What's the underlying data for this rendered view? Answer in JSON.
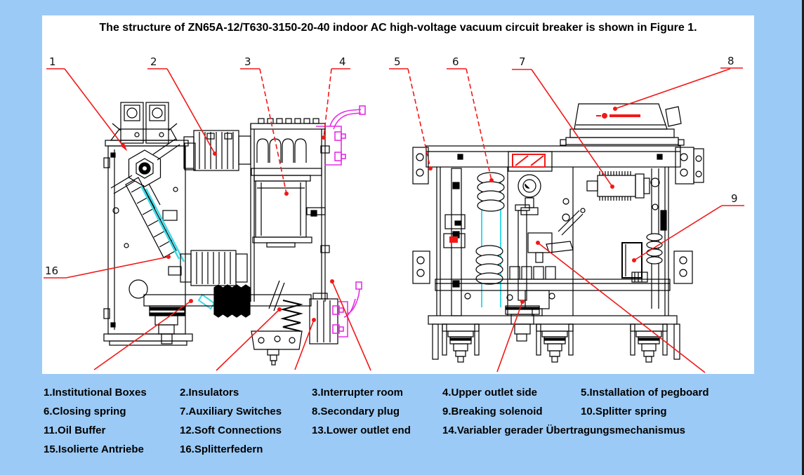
{
  "title": "The structure of ZN65A-12/T630-3150-20-40 indoor AC high-voltage vacuum circuit breaker is shown in Figure 1.",
  "colors": {
    "background": "#9bcaf6",
    "panel": "#ffffff",
    "drawing_line": "#000000",
    "leader_red": "#f21818",
    "outlet_magenta": "#e62ee6",
    "highlight_cyan": "#3cd9e8",
    "right_edge": "#1e1e1e"
  },
  "figure": {
    "callouts": [
      {
        "num": "1"
      },
      {
        "num": "2"
      },
      {
        "num": "3"
      },
      {
        "num": "4"
      },
      {
        "num": "5"
      },
      {
        "num": "6"
      },
      {
        "num": "7"
      },
      {
        "num": "8"
      },
      {
        "num": "9"
      },
      {
        "num": "16"
      }
    ]
  },
  "legend": {
    "rows": [
      [
        "1.Institutional Boxes",
        "2.Insulators",
        "3.Interrupter room",
        "4.Upper outlet side",
        "5.Installation of pegboard"
      ],
      [
        "6.Closing spring",
        "7.Auxiliary Switches",
        "8.Secondary plug",
        "9.Breaking solenoid",
        "10.Splitter spring"
      ],
      [
        "11.Oil Buffer",
        "12.Soft Connections",
        "13.Lower outlet end",
        "14.Variabler gerader Übertragungsmechanismus"
      ],
      [
        "15.Isolierte Antriebe",
        "16.Splitterfedern"
      ]
    ]
  }
}
